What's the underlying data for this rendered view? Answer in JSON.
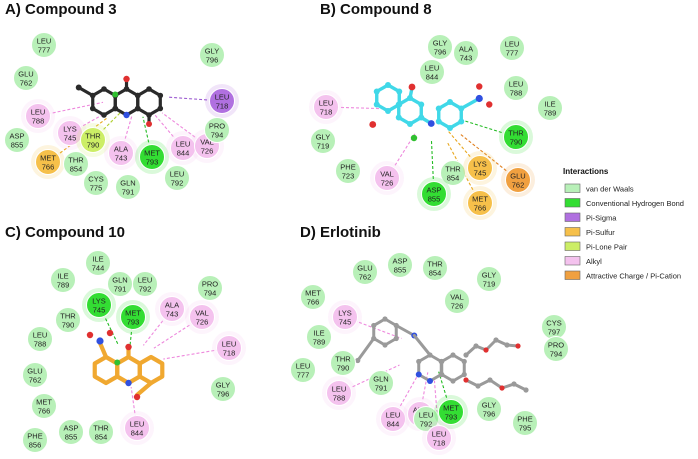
{
  "colors": {
    "vdw": "#b8f0b8",
    "hbond": "#33dd33",
    "pisigma": "#b070e0",
    "pisulfur": "#f6c04a",
    "pilone": "#ccee66",
    "alkyl": "#f4c2ee",
    "picharge": "#f0a040",
    "ligand_black": "#2a2a2a",
    "ligand_cyan": "#40d8e8",
    "ligand_orange": "#f0a830",
    "ligand_gray": "#9a9a9a"
  },
  "legend": {
    "title": "Interactions",
    "items": [
      {
        "label": "van der Waals",
        "kind": "vdw"
      },
      {
        "label": "Conventional Hydrogen Bond",
        "kind": "hbond"
      },
      {
        "label": "Pi-Sigma",
        "kind": "pisigma"
      },
      {
        "label": "Pi-Sulfur",
        "kind": "pisulfur"
      },
      {
        "label": "Pi-Lone Pair",
        "kind": "pilone"
      },
      {
        "label": "Alkyl",
        "kind": "alkyl"
      },
      {
        "label": "Attractive Charge / Pi-Cation",
        "kind": "picharge"
      }
    ]
  },
  "panels": [
    {
      "title": "A) Compound 3",
      "ligand": "black",
      "residues": [
        {
          "name": "LEU",
          "num": "777",
          "kind": "vdw"
        },
        {
          "name": "GLU",
          "num": "762",
          "kind": "vdw"
        },
        {
          "name": "LEU",
          "num": "788",
          "kind": "alkyl"
        },
        {
          "name": "ASP",
          "num": "855",
          "kind": "vdw"
        },
        {
          "name": "LYS",
          "num": "745",
          "kind": "alkyl"
        },
        {
          "name": "THR",
          "num": "790",
          "kind": "pilone"
        },
        {
          "name": "MET",
          "num": "766",
          "kind": "pisulfur"
        },
        {
          "name": "THR",
          "num": "854",
          "kind": "vdw"
        },
        {
          "name": "CYS",
          "num": "775",
          "kind": "vdw"
        },
        {
          "name": "ALA",
          "num": "743",
          "kind": "alkyl"
        },
        {
          "name": "GLN",
          "num": "791",
          "kind": "vdw"
        },
        {
          "name": "MET",
          "num": "793",
          "kind": "hbond"
        },
        {
          "name": "LEU",
          "num": "792",
          "kind": "vdw"
        },
        {
          "name": "LEU",
          "num": "844",
          "kind": "alkyl"
        },
        {
          "name": "VAL",
          "num": "726",
          "kind": "alkyl"
        },
        {
          "name": "LEU",
          "num": "718",
          "kind": "pisigma"
        },
        {
          "name": "PRO",
          "num": "794",
          "kind": "vdw"
        },
        {
          "name": "GLY",
          "num": "796",
          "kind": "vdw"
        }
      ]
    },
    {
      "title": "B) Compound 8",
      "ligand": "cyan",
      "residues": [
        {
          "name": "GLY",
          "num": "796",
          "kind": "vdw"
        },
        {
          "name": "ALA",
          "num": "743",
          "kind": "vdw"
        },
        {
          "name": "LEU",
          "num": "777",
          "kind": "vdw"
        },
        {
          "name": "LEU",
          "num": "844",
          "kind": "vdw"
        },
        {
          "name": "LEU",
          "num": "788",
          "kind": "vdw"
        },
        {
          "name": "ILE",
          "num": "789",
          "kind": "vdw"
        },
        {
          "name": "LEU",
          "num": "718",
          "kind": "alkyl"
        },
        {
          "name": "GLY",
          "num": "719",
          "kind": "vdw"
        },
        {
          "name": "THR",
          "num": "790",
          "kind": "hbond"
        },
        {
          "name": "PHE",
          "num": "723",
          "kind": "vdw"
        },
        {
          "name": "VAL",
          "num": "726",
          "kind": "alkyl"
        },
        {
          "name": "THR",
          "num": "854",
          "kind": "vdw"
        },
        {
          "name": "LYS",
          "num": "745",
          "kind": "pisulfur"
        },
        {
          "name": "ASP",
          "num": "855",
          "kind": "hbond"
        },
        {
          "name": "GLU",
          "num": "762",
          "kind": "picharge"
        },
        {
          "name": "MET",
          "num": "766",
          "kind": "pisulfur"
        }
      ]
    },
    {
      "title": "C) Compound 10",
      "ligand": "orange",
      "residues": [
        {
          "name": "ILE",
          "num": "744",
          "kind": "vdw"
        },
        {
          "name": "ILE",
          "num": "789",
          "kind": "vdw"
        },
        {
          "name": "GLN",
          "num": "791",
          "kind": "vdw"
        },
        {
          "name": "LEU",
          "num": "792",
          "kind": "vdw"
        },
        {
          "name": "PRO",
          "num": "794",
          "kind": "vdw"
        },
        {
          "name": "LYS",
          "num": "745",
          "kind": "hbond"
        },
        {
          "name": "MET",
          "num": "793",
          "kind": "hbond"
        },
        {
          "name": "ALA",
          "num": "743",
          "kind": "alkyl"
        },
        {
          "name": "VAL",
          "num": "726",
          "kind": "alkyl"
        },
        {
          "name": "THR",
          "num": "790",
          "kind": "vdw"
        },
        {
          "name": "LEU",
          "num": "788",
          "kind": "vdw"
        },
        {
          "name": "LEU",
          "num": "718",
          "kind": "alkyl"
        },
        {
          "name": "GLU",
          "num": "762",
          "kind": "vdw"
        },
        {
          "name": "GLY",
          "num": "796",
          "kind": "vdw"
        },
        {
          "name": "MET",
          "num": "766",
          "kind": "vdw"
        },
        {
          "name": "ASP",
          "num": "855",
          "kind": "vdw"
        },
        {
          "name": "THR",
          "num": "854",
          "kind": "vdw"
        },
        {
          "name": "LEU",
          "num": "844",
          "kind": "alkyl"
        },
        {
          "name": "PHE",
          "num": "856",
          "kind": "vdw"
        }
      ]
    },
    {
      "title": "D) Erlotinib",
      "ligand": "gray",
      "residues": [
        {
          "name": "GLU",
          "num": "762",
          "kind": "vdw"
        },
        {
          "name": "ASP",
          "num": "855",
          "kind": "vdw"
        },
        {
          "name": "THR",
          "num": "854",
          "kind": "vdw"
        },
        {
          "name": "GLY",
          "num": "719",
          "kind": "vdw"
        },
        {
          "name": "MET",
          "num": "766",
          "kind": "vdw"
        },
        {
          "name": "LYS",
          "num": "745",
          "kind": "alkyl"
        },
        {
          "name": "VAL",
          "num": "726",
          "kind": "vdw"
        },
        {
          "name": "CYS",
          "num": "797",
          "kind": "vdw"
        },
        {
          "name": "PRO",
          "num": "794",
          "kind": "vdw"
        },
        {
          "name": "ILE",
          "num": "789",
          "kind": "vdw"
        },
        {
          "name": "THR",
          "num": "790",
          "kind": "vdw"
        },
        {
          "name": "LEU",
          "num": "777",
          "kind": "vdw"
        },
        {
          "name": "GLN",
          "num": "791",
          "kind": "vdw"
        },
        {
          "name": "LEU",
          "num": "788",
          "kind": "alkyl"
        },
        {
          "name": "LEU",
          "num": "844",
          "kind": "alkyl"
        },
        {
          "name": "ALA",
          "num": "743",
          "kind": "alkyl"
        },
        {
          "name": "LEU",
          "num": "792",
          "kind": "vdw"
        },
        {
          "name": "MET",
          "num": "793",
          "kind": "hbond"
        },
        {
          "name": "GLY",
          "num": "796",
          "kind": "vdw"
        },
        {
          "name": "PHE",
          "num": "795",
          "kind": "vdw"
        },
        {
          "name": "LEU",
          "num": "718",
          "kind": "alkyl"
        }
      ]
    }
  ]
}
